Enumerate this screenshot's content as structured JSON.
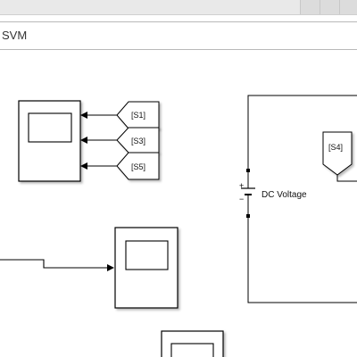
{
  "window": {
    "breadcrumb": "SVM"
  },
  "tags": {
    "s1": "[S1]",
    "s3": "[S3]",
    "s5": "[S5]",
    "s4": "[S4]"
  },
  "dc_source": {
    "label": "DC Voltage",
    "plus": "+",
    "minus": "−"
  }
}
